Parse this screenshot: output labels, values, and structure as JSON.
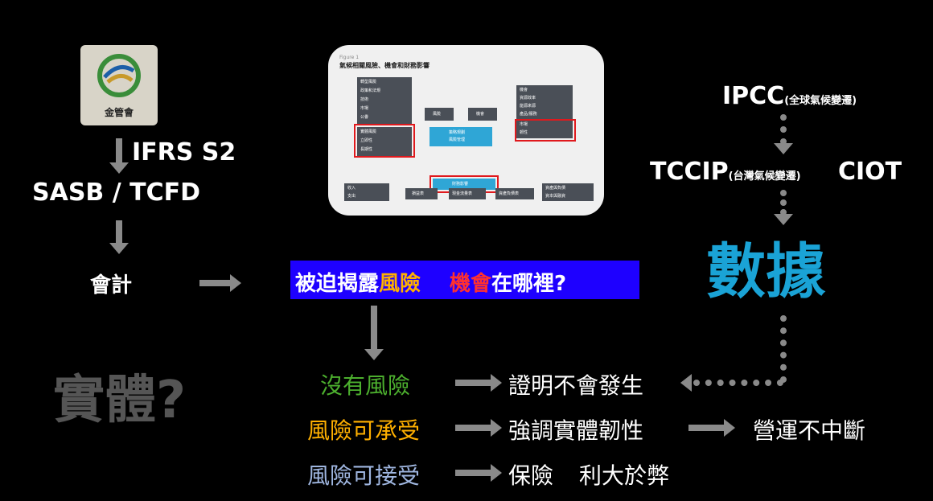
{
  "logo": {
    "caption": "金管會"
  },
  "left_flow": {
    "ifrs": "IFRS S2",
    "sasb": "SASB / TCFD",
    "accounting": "會計",
    "entity": "實體?"
  },
  "figure": {
    "label": "Figure 1",
    "title": "氣候相關風險、機會和財務影響",
    "transition_risk": [
      "轉型風險",
      "政策和法規",
      "技術",
      "市場",
      "公譽"
    ],
    "physical_risk": [
      "實體風險",
      "立即性",
      "長期性"
    ],
    "opportunity": [
      "機會",
      "資源效率",
      "能源來源",
      "產品/服務",
      "市場",
      "韌性"
    ],
    "risk": "風險",
    "chance": "機會",
    "strategy": [
      "策略規劃",
      "風險管理"
    ],
    "financial_impact": "財務影響",
    "income": [
      "收入",
      "支出"
    ],
    "statements": [
      "損益表",
      "現金流量表",
      "資產負債表"
    ],
    "balance": [
      "資產與負債",
      "資本與融資"
    ]
  },
  "banner": {
    "part1": "被迫揭露",
    "part2": "風險",
    "part3": "機會",
    "part4": "在哪裡?"
  },
  "right_flow": {
    "ipcc": "IPCC",
    "ipcc_sub": "(全球氣候變遷)",
    "tccip": "TCCIP",
    "tccip_sub": "(台灣氣候變遷)",
    "ciot": "CIOT",
    "data": "數據"
  },
  "outcomes": {
    "no_risk": "沒有風險",
    "prove": "證明不會發生",
    "bearable": "風險可承受",
    "resilience": "強調實體韌性",
    "continuity": "營運不中斷",
    "acceptable": "風險可接受",
    "insurance": "保險",
    "benefit": "利大於弊"
  },
  "colors": {
    "banner_bg": "#1e00ff",
    "risk_orange": "#ffb000",
    "chance_red": "#ff3030",
    "green": "#4caf2e",
    "gold": "#ffb000",
    "lightblue": "#9fb6e0",
    "data_cyan": "#1aa3d6"
  }
}
